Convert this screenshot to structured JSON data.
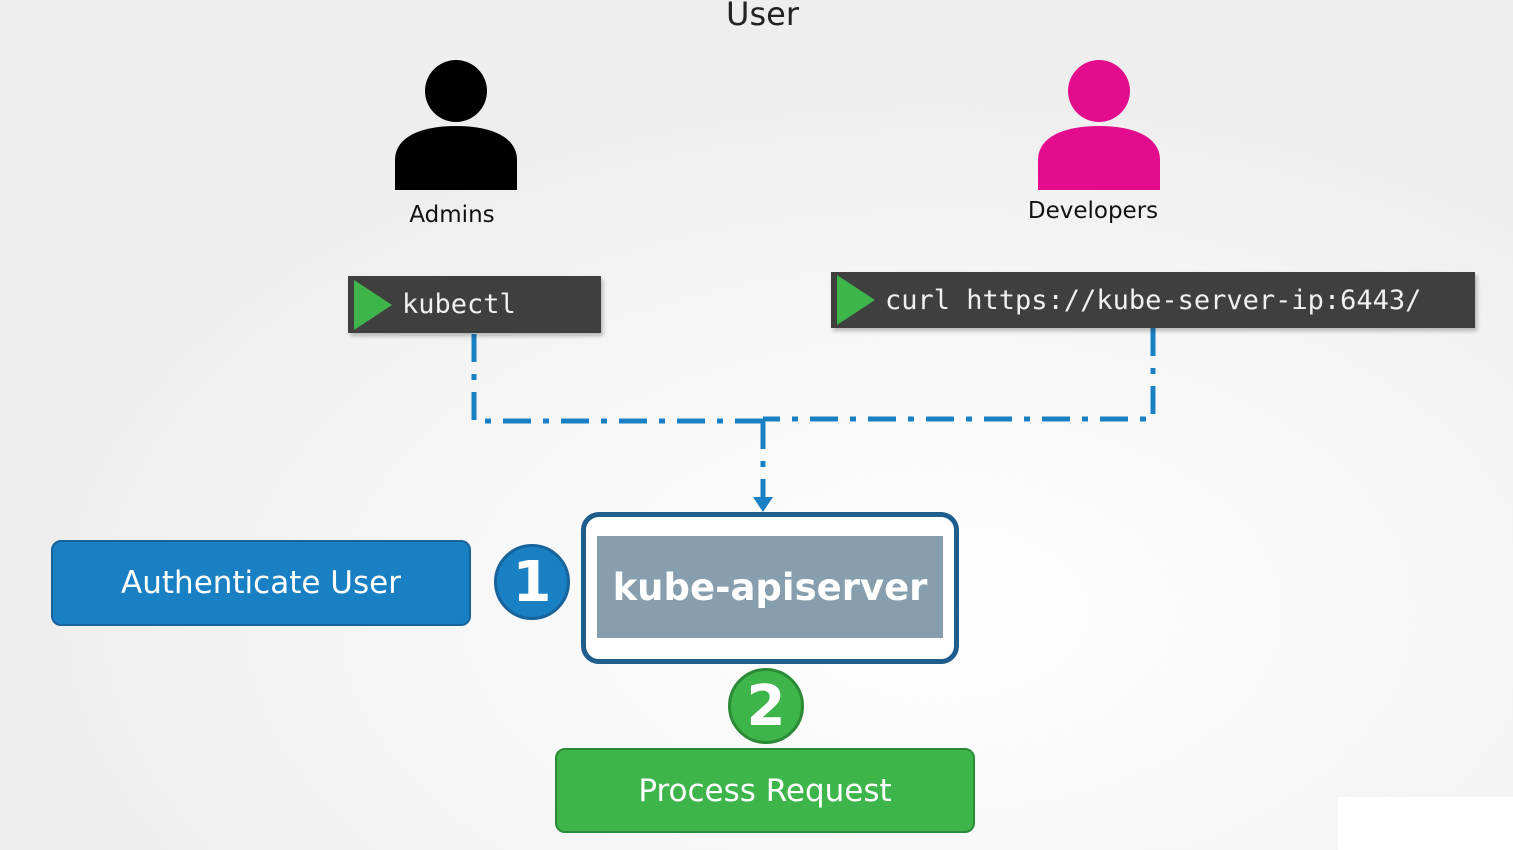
{
  "title": "User",
  "actors": {
    "admins": {
      "label": "Admins",
      "icon": "person-icon",
      "color": "#000000"
    },
    "developers": {
      "label": "Developers",
      "icon": "person-icon",
      "color": "#e20c8d"
    }
  },
  "commands": {
    "kubectl": {
      "text": "kubectl",
      "icon": "terminal-prompt-icon"
    },
    "curl": {
      "text": "curl https://kube-server-ip:6443/",
      "icon": "terminal-prompt-icon"
    }
  },
  "server": {
    "label": "kube-apiserver"
  },
  "steps": [
    {
      "number": "1",
      "label": "Authenticate User",
      "color": "#1a80c4"
    },
    {
      "number": "2",
      "label": "Process Request",
      "color": "#3db54a"
    }
  ],
  "colors": {
    "connector": "#1a80c4",
    "terminal_bg": "#3f3f3f",
    "server_border": "#1f5d8d",
    "server_fill": "#869ead"
  }
}
